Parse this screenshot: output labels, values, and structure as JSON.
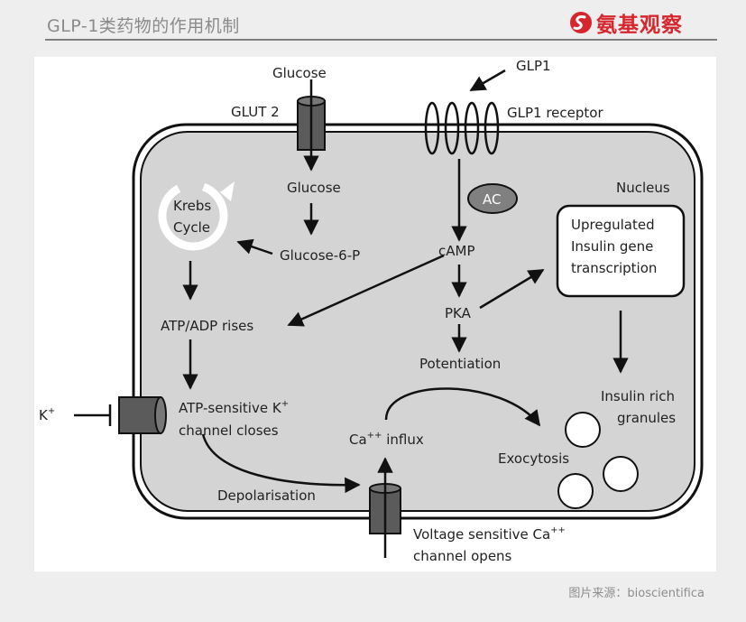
{
  "slide": {
    "title": "GLP-1类药物的作用机制",
    "brand_name": "氨基观察",
    "source_credit": "图片来源：bioscientifica"
  },
  "diagram": {
    "labels": {
      "glucose_outside": "Glucose",
      "glut2": "GLUT 2",
      "glp1": "GLP1",
      "glp1_receptor": "GLP1 receptor",
      "glucose_inside": "Glucose",
      "ac": "AC",
      "nucleus": "Nucleus",
      "krebs_line1": "Krebs",
      "krebs_line2": "Cycle",
      "glucose_6_p": "Glucose-6-P",
      "camp": "cAMP",
      "upregulated_line1": "Upregulated",
      "upregulated_line2": "Insulin gene",
      "upregulated_line3": "transcription",
      "pka": "PKA",
      "atp_adp": "ATP/ADP rises",
      "potentiation": "Potentiation",
      "insulin_granules_line1": "Insulin rich",
      "insulin_granules_line2": "granules",
      "k_ion": "K",
      "atp_channel_line1": "ATP-sensitive K",
      "atp_channel_line2": "channel closes",
      "ca_influx": "Ca",
      "ca_influx_suffix": " influx",
      "exocytosis": "Exocytosis",
      "depolarisation": "Depolarisation",
      "voltage_line1": "Voltage sensitive  Ca",
      "voltage_line2": "channel opens"
    },
    "superscripts": {
      "k_plus": "+",
      "ca_plusplus": "++"
    },
    "colors": {
      "cell_fill": "#d4d4d4",
      "channel_fill": "#5b5b5b",
      "outline": "#111111",
      "brand_red": "#d6262e"
    }
  }
}
